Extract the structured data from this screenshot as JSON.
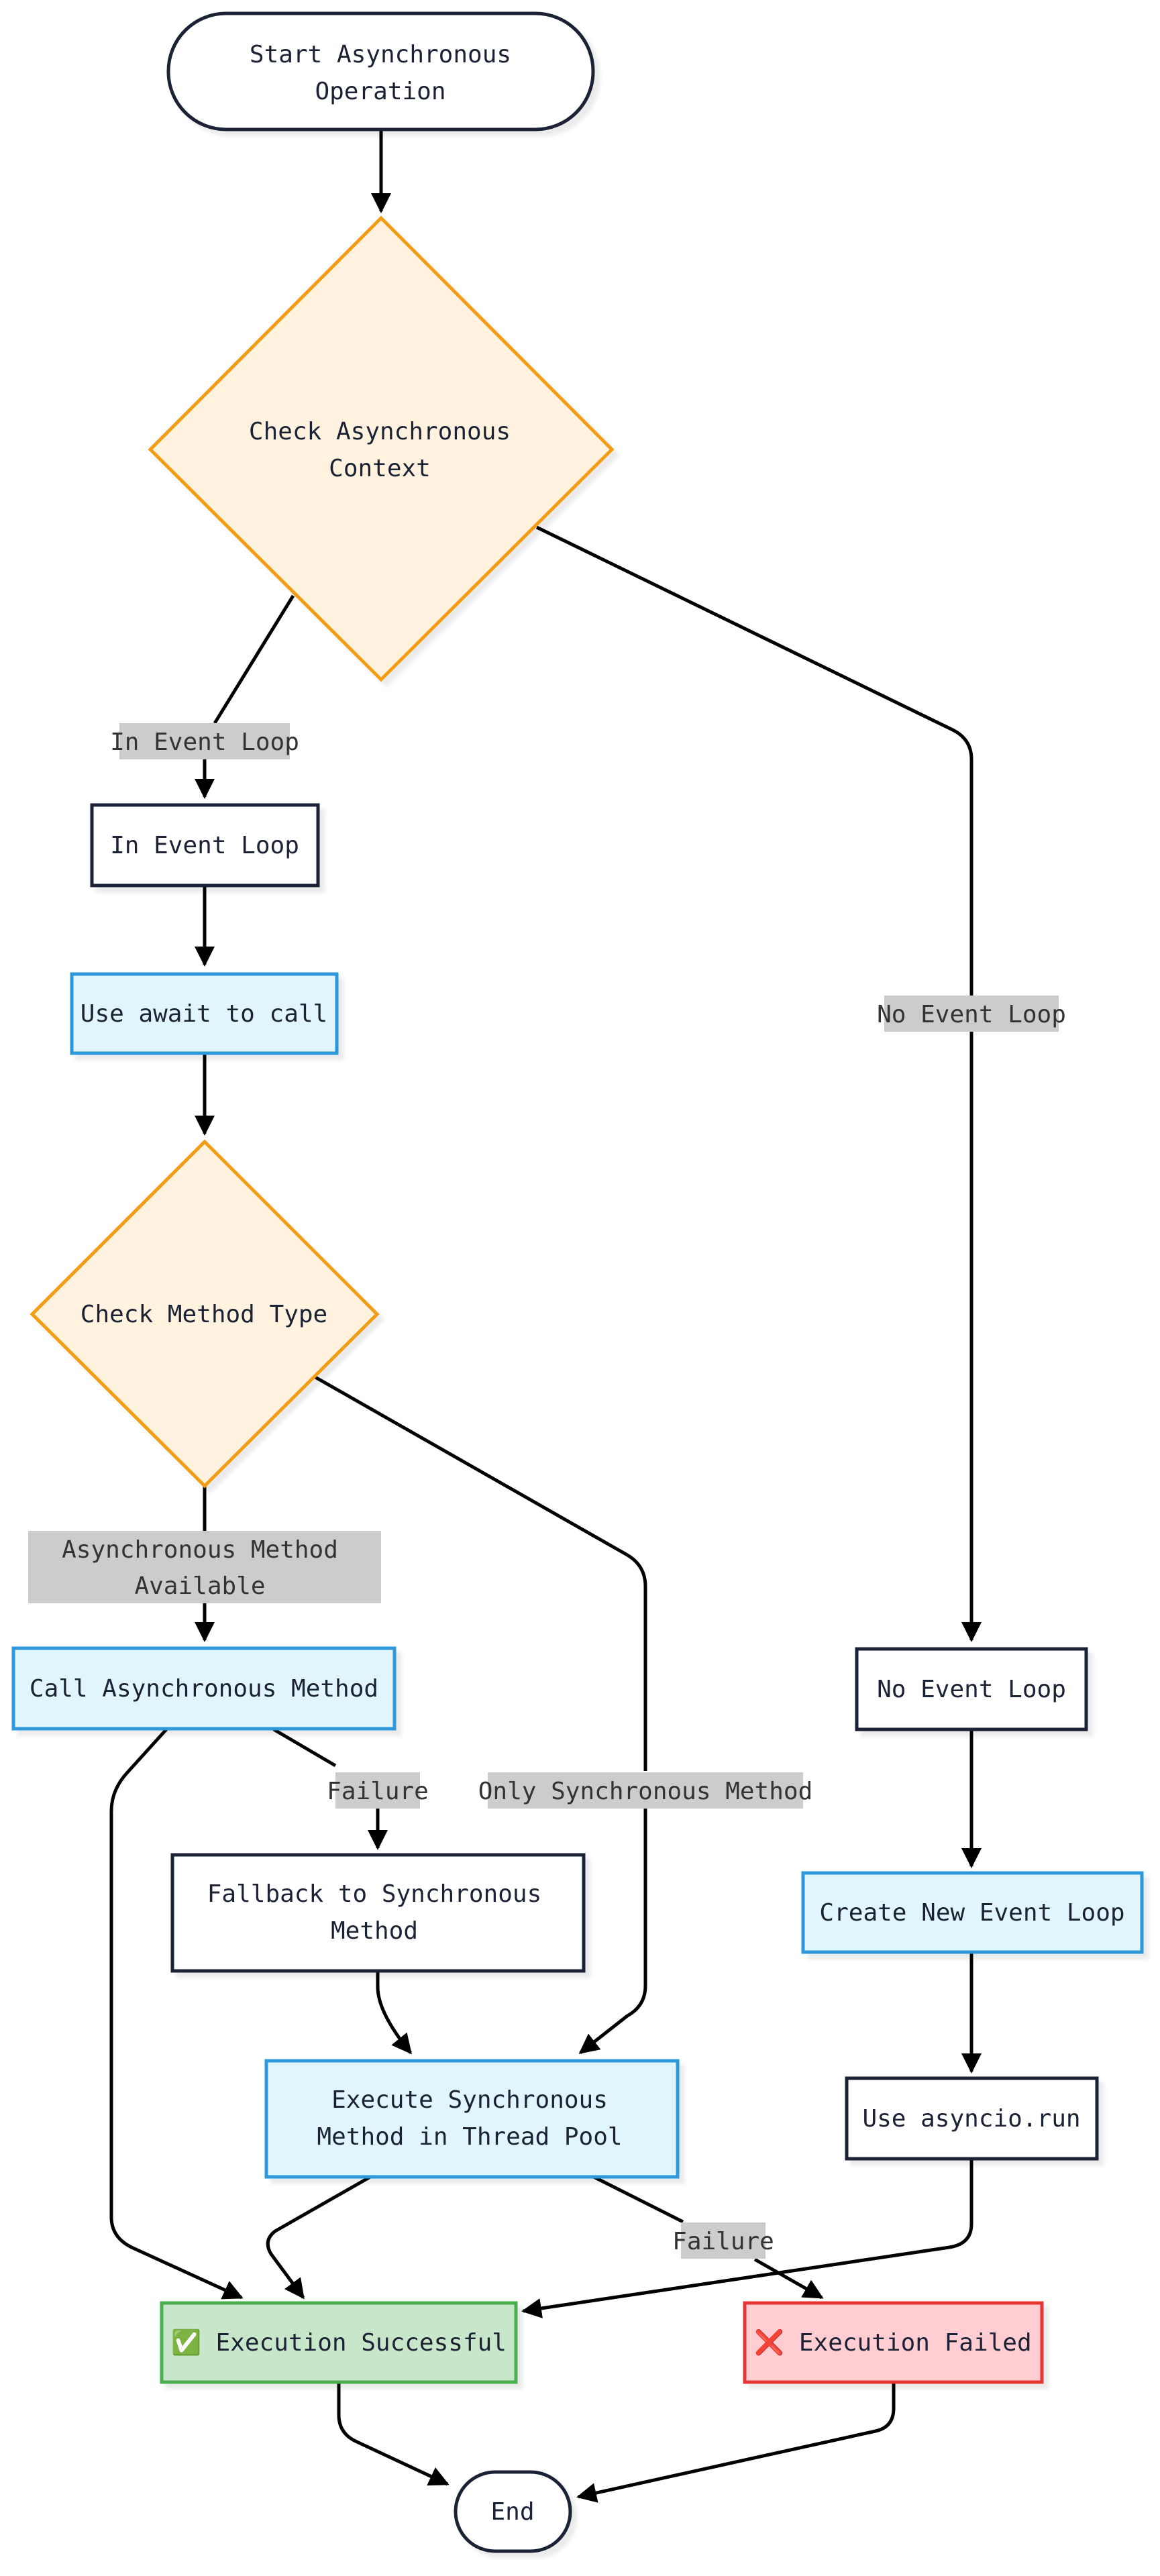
{
  "nodes": {
    "start": {
      "lines": [
        "Start Asynchronous",
        "Operation"
      ]
    },
    "check_context": {
      "lines": [
        "Check Asynchronous",
        "Context"
      ]
    },
    "in_event_loop": {
      "lines": [
        "In Event Loop"
      ]
    },
    "use_await": {
      "lines": [
        "Use await to call"
      ]
    },
    "check_method": {
      "lines": [
        "Check Method Type"
      ]
    },
    "call_async": {
      "lines": [
        "Call Asynchronous Method"
      ]
    },
    "fallback_sync": {
      "lines": [
        "Fallback to Synchronous",
        "Method"
      ]
    },
    "exec_thread_pool": {
      "lines": [
        "Execute Synchronous",
        "Method in Thread Pool"
      ]
    },
    "no_event_loop": {
      "lines": [
        "No Event Loop"
      ]
    },
    "create_loop": {
      "lines": [
        "Create New Event Loop"
      ]
    },
    "asyncio_run": {
      "lines": [
        "Use asyncio.run"
      ]
    },
    "success": {
      "lines": [
        "✅ Execution Successful"
      ]
    },
    "failed": {
      "lines": [
        "❌ Execution Failed"
      ]
    },
    "end": {
      "lines": [
        "End"
      ]
    }
  },
  "edge_labels": {
    "in_event_loop": [
      "In Event Loop"
    ],
    "no_event_loop": [
      "No Event Loop"
    ],
    "async_available": [
      "Asynchronous Method",
      "Available"
    ],
    "failure_async": [
      "Failure"
    ],
    "only_sync": [
      "Only Synchronous Method"
    ],
    "failure_exec": [
      "Failure"
    ]
  },
  "colors": {
    "decision_fill": "#fff2df",
    "decision_stroke": "#f39c12",
    "action_fill": "#e1f5fd",
    "action_stroke": "#2d98db",
    "plain_stroke": "#1f2235",
    "success_fill": "#c8e6c9",
    "success_stroke": "#4caf50",
    "failed_fill": "#ffcdd2",
    "failed_stroke": "#e53935"
  }
}
